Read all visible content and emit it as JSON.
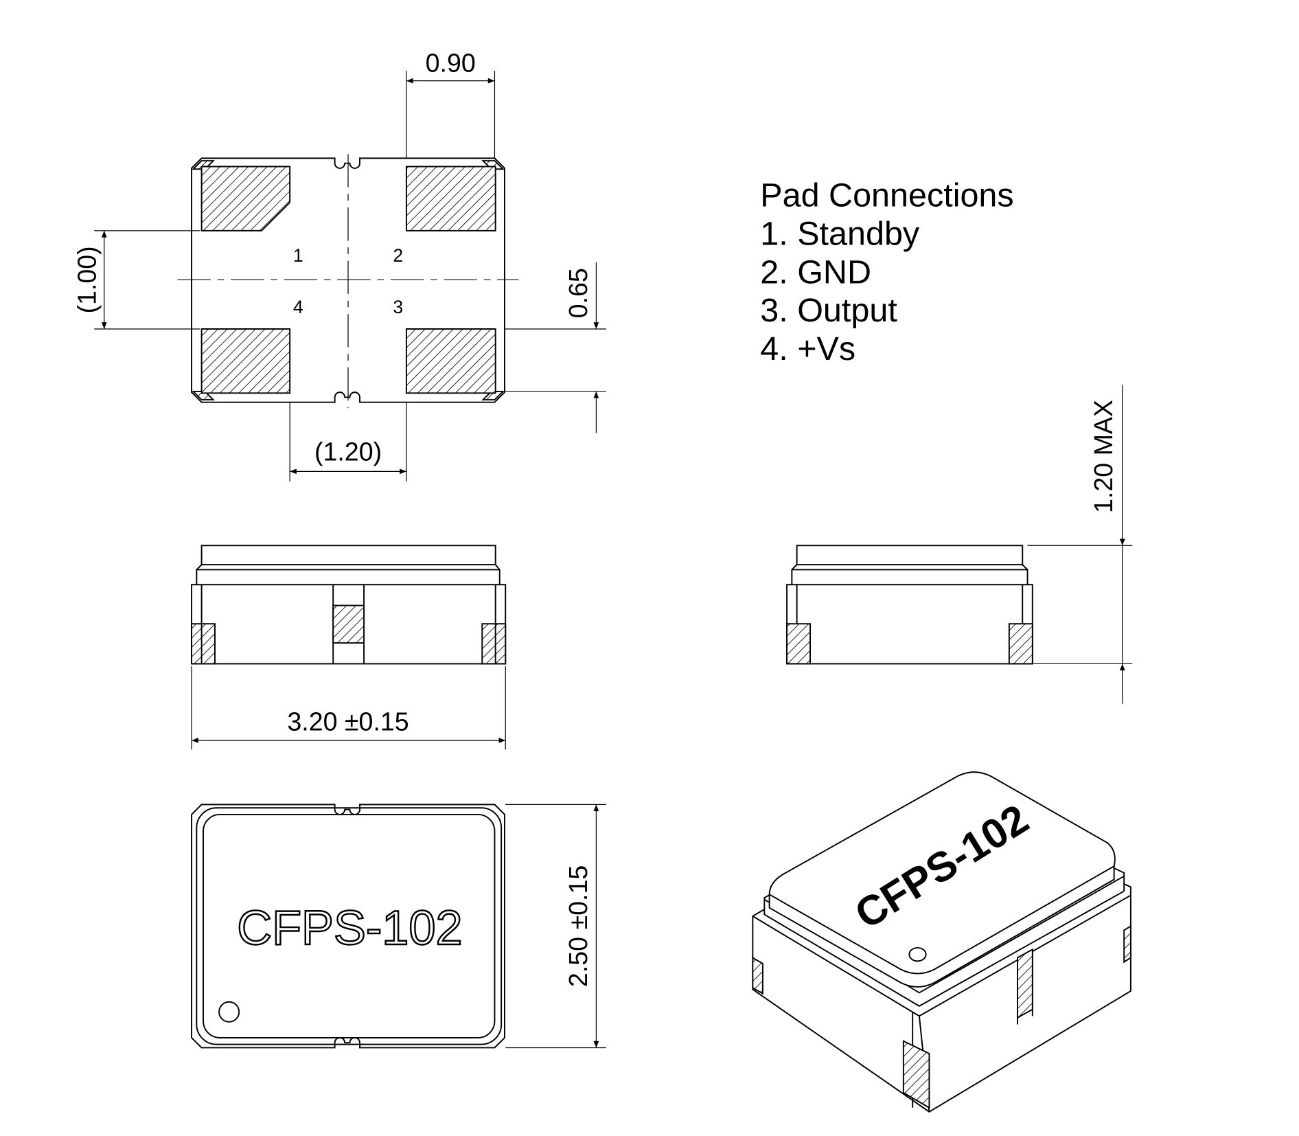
{
  "pad_connections": {
    "title": "Pad Connections",
    "items": [
      "1. Standby",
      "2. GND",
      "3. Output",
      "4. +Vs"
    ]
  },
  "pin_labels": [
    "1",
    "2",
    "3",
    "4"
  ],
  "dimensions": {
    "pad_width": "0.90",
    "pad_pitch_vertical": "(1.00)",
    "pad_height": "0.65",
    "pad_gap_horizontal": "(1.20)",
    "length": "3.20 ±0.15",
    "width": "2.50 ±0.15",
    "height": "1.20 MAX"
  },
  "marking": "CFPS-102"
}
